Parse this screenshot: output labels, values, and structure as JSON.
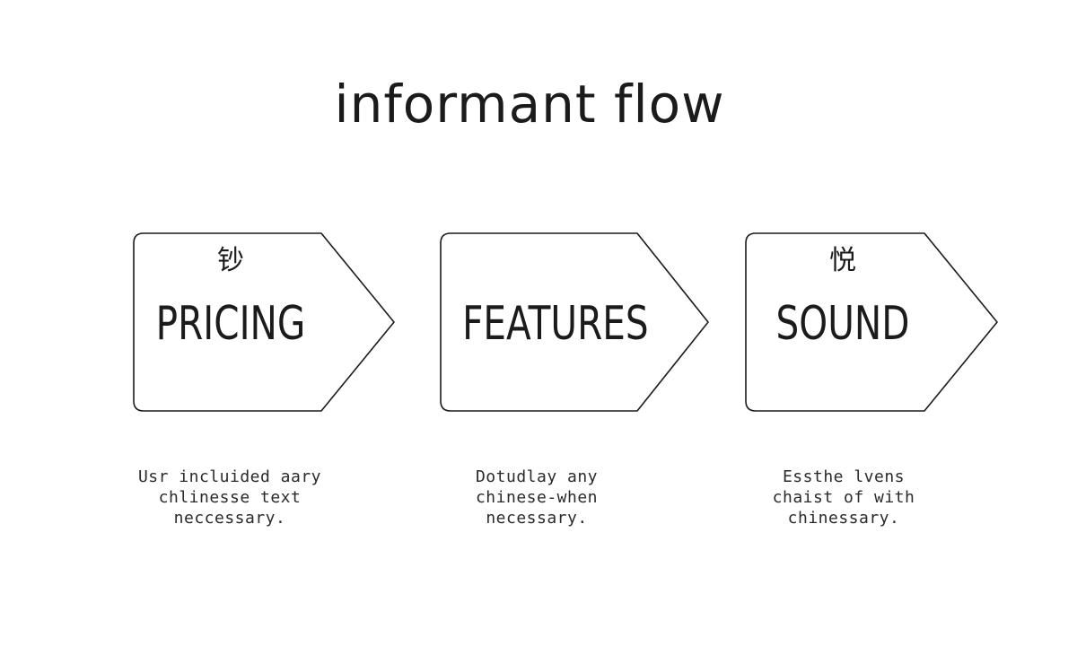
{
  "title": "informant flow",
  "steps": [
    {
      "glyph": "钞",
      "label": "PRICING",
      "description": [
        "Usr incluided aary",
        "chlinesse text",
        "neccessary."
      ]
    },
    {
      "glyph": "",
      "label": "FEATURES",
      "description": [
        "Dotudlay any",
        "chinese-when",
        "necessary."
      ]
    },
    {
      "glyph": "悦",
      "label": "SOUND",
      "description": [
        "Essthe lvens",
        "chaist of with",
        "chinessary."
      ]
    }
  ],
  "colors": {
    "stroke": "#1b1b1b",
    "background": "#ffffff",
    "shape_fill": "#ffffff"
  }
}
